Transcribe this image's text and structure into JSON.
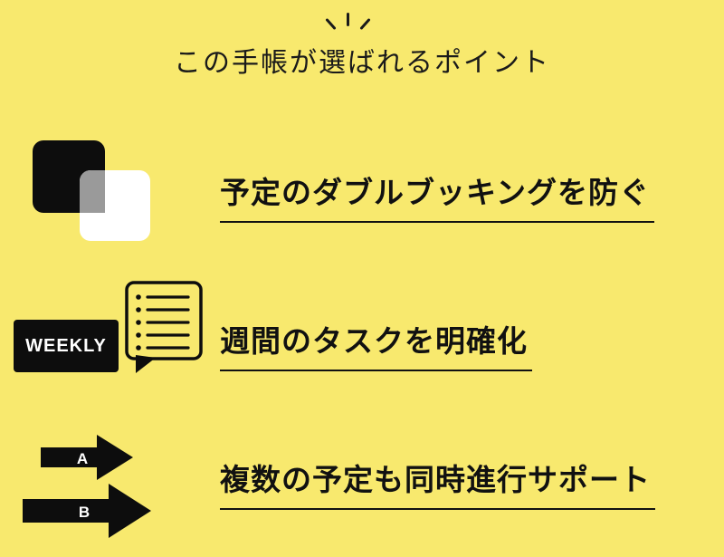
{
  "colors": {
    "background": "#F8E96E",
    "ink": "#111111",
    "overlap_gray": "#9A9A9A",
    "badge_background": "#0d0d0d",
    "badge_text": "#FFFFFF"
  },
  "header": {
    "emphasis_mark": "＼｜／",
    "title": "この手帳が選ばれるポイント"
  },
  "points": [
    {
      "icon": "overlapping-squares-icon",
      "label": "予定のダブルブッキングを防ぐ"
    },
    {
      "icon": "weekly-checklist-icon",
      "badge": "WEEKLY",
      "label": "週間のタスクを明確化"
    },
    {
      "icon": "double-arrows-icon",
      "arrow_labels": [
        "A",
        "B"
      ],
      "label": "複数の予定も同時進行サポート"
    }
  ]
}
